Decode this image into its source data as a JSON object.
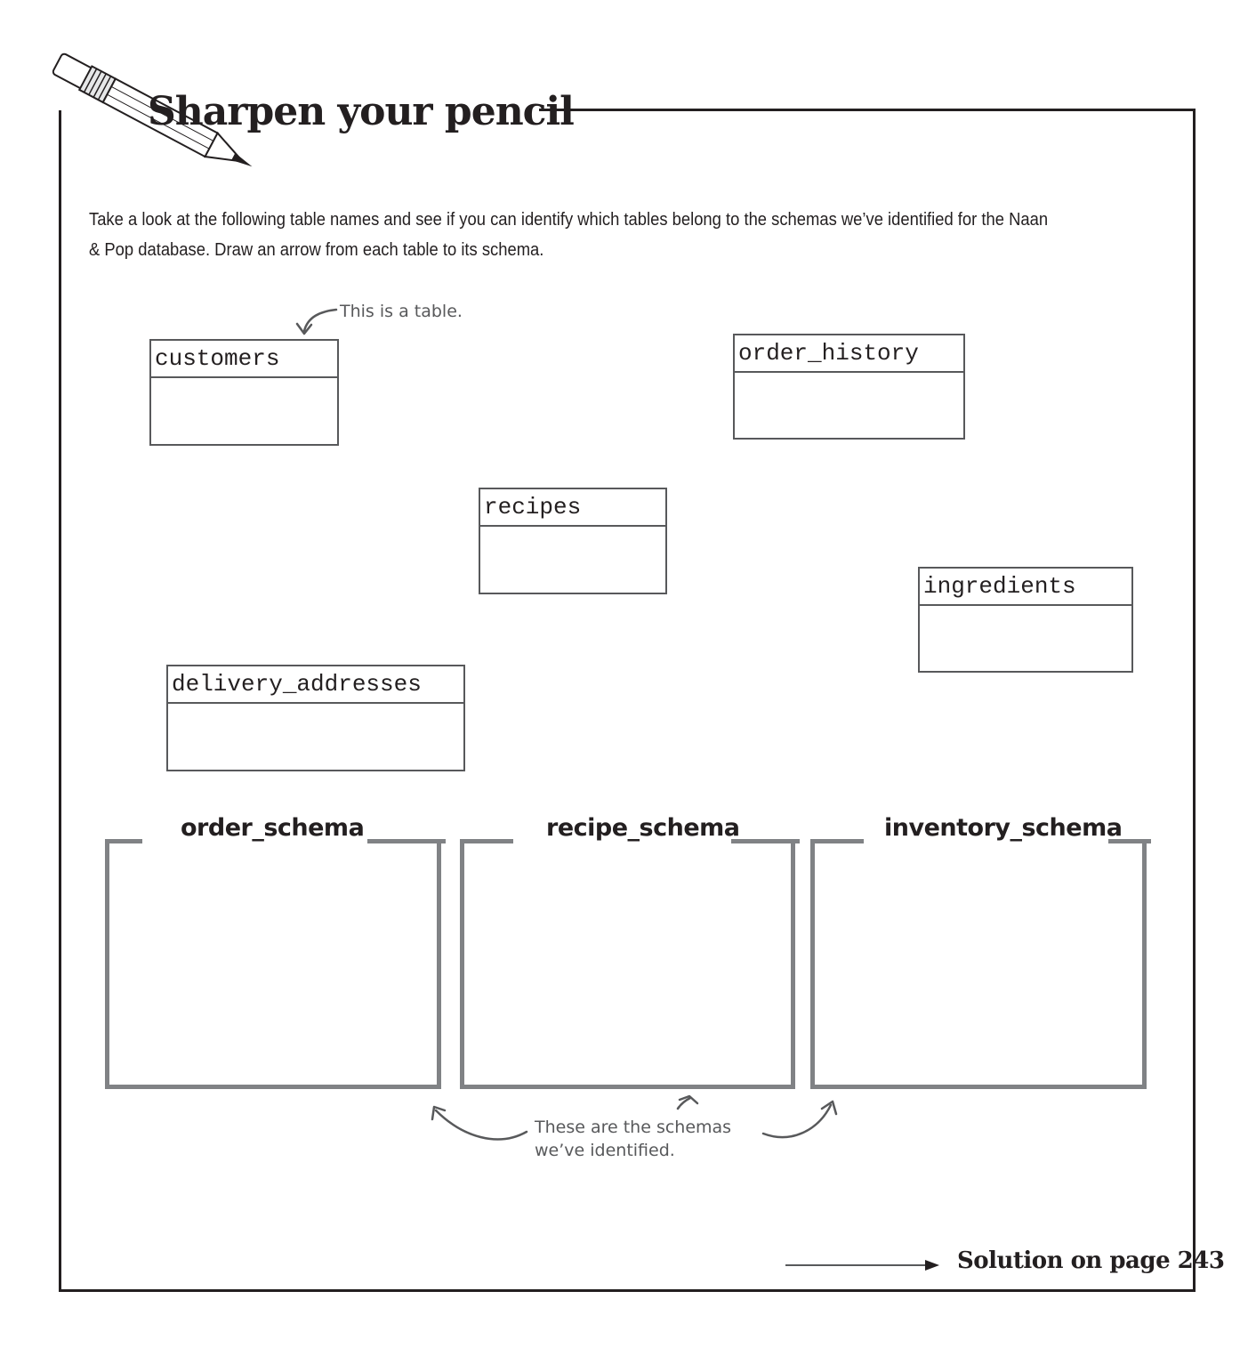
{
  "header": {
    "title": "Sharpen your pencil"
  },
  "instructions": "Take a look at the following table names and see if you can identify which tables belong to the schemas we’ve identified for the Naan & Pop database. Draw an arrow from each table to its schema.",
  "annotations": {
    "table_note": "This is a table.",
    "schema_note_line1": "These are the schemas",
    "schema_note_line2": "we’ve identified."
  },
  "tables": [
    "customers",
    "order_history",
    "recipes",
    "ingredients",
    "delivery_addresses"
  ],
  "schemas": [
    "order_schema",
    "recipe_schema",
    "inventory_schema"
  ],
  "footer": {
    "solution": "Solution on page 243"
  },
  "colors": {
    "ink": "#231f20",
    "gray": "#808285",
    "dark_gray": "#58595b"
  }
}
